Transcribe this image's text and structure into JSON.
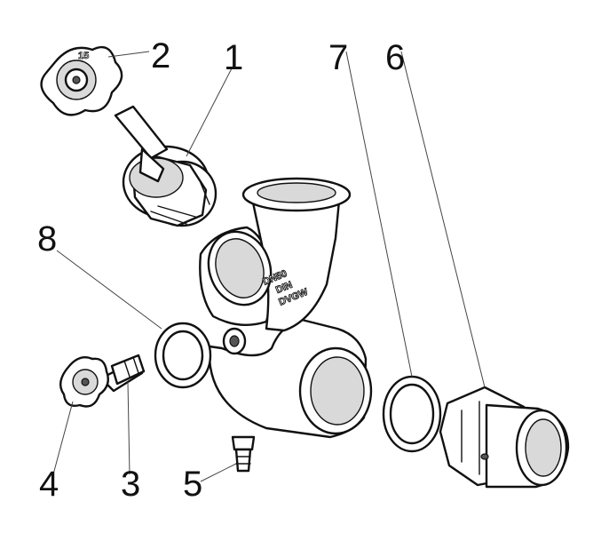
{
  "callouts": [
    {
      "id": "1",
      "label": "1"
    },
    {
      "id": "2",
      "label": "2"
    },
    {
      "id": "3",
      "label": "3"
    },
    {
      "id": "4",
      "label": "4"
    },
    {
      "id": "5",
      "label": "5"
    },
    {
      "id": "6",
      "label": "6"
    },
    {
      "id": "7",
      "label": "7"
    },
    {
      "id": "8",
      "label": "8"
    }
  ],
  "body_marking": {
    "line1": "DN50",
    "line2": "DIN",
    "line3": "DVGW"
  },
  "handwheel_mark": "15"
}
